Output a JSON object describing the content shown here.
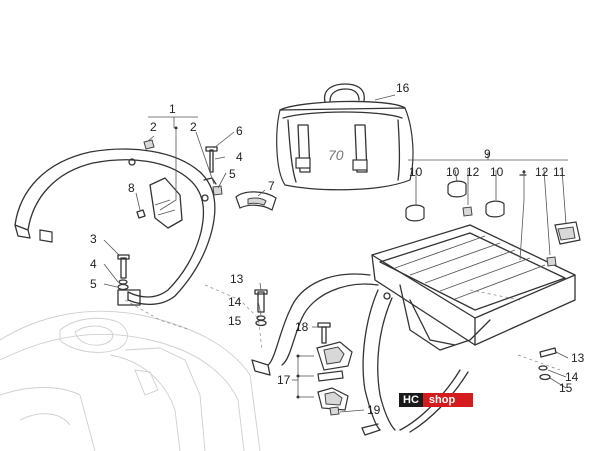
{
  "labels": {
    "l1": "1",
    "l2a": "2",
    "l2b": "2",
    "l3": "3",
    "l4a": "4",
    "l4b": "4",
    "l5a": "5",
    "l5b": "5",
    "l6": "6",
    "l7": "7",
    "l8": "8",
    "l9": "9",
    "l10a": "10",
    "l10b": "10",
    "l10c": "10",
    "l11": "11",
    "l12a": "12",
    "l12b": "12",
    "l13a": "13",
    "l13b": "13",
    "l14a": "14",
    "l14b": "14",
    "l15a": "15",
    "l15b": "15",
    "l16": "16",
    "l17": "17",
    "l18": "18",
    "l19": "19"
  },
  "logo": {
    "part1": "HC",
    "part2": "shop"
  },
  "colors": {
    "logo_dark": "#1a1a1a",
    "logo_red": "#d41c1c"
  }
}
